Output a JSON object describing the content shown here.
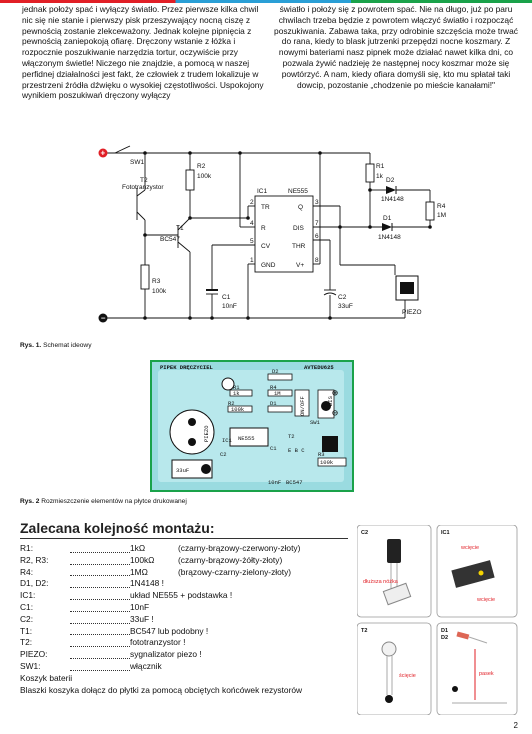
{
  "left_column": "jednak położy spać i wyłączy światło. Przez pierwsze kilka chwil nic się nie stanie i pierwszy pisk przeszywający nocną ciszę z pewnością zostanie zlekceważony. Jednak kolejne pipnięcia z pewnością zaniepokoją ofiarę. Dręczony wstanie z łóżka i rozpocznie poszukiwanie narzędzia tortur, oczywiście przy włączonym świetle! Niczego nie znajdzie, a pomocą w naszej perfidnej działalności jest fakt, że człowiek z trudem lokalizuje w przestrzeni źródła dźwięku o wysokiej częstotliwości. Uspokojony wynikiem poszukiwań dręczony wyłączy",
  "right_column": "światło i położy się z powrotem spać. Nie na długo, już po paru chwilach trzeba będzie z powrotem włączyć światło i rozpocząć poszukiwania. Zabawa taka, przy odrobinie szczęścia może trwać do rana, kiedy to blask jutrzenki przepędzi nocne koszmary. Z nowymi bateriami nasz pipnek może działać nawet kilka dni, co pozwala żywić nadzieję że następnej nocy koszmar może się powtórzyć. A nam, kiedy ofiara domyśli się, kto mu spłatał taki dowcip, pozostanie „chodzenie po mieście kanałami!\"",
  "schematic": {
    "sw1": "SW1",
    "t2": "T2",
    "t2_type": "Fototranzystor",
    "r2": "R2",
    "r2_val": "100k",
    "t1": "T1",
    "t1_type": "BC547",
    "r3": "R3",
    "r3_val": "100k",
    "ic1": "IC1",
    "ic1_type": "NE555",
    "pin_tr": "TR",
    "pin_q": "Q",
    "pin_r": "R",
    "pin_dis": "DIS",
    "pin_cv": "CV",
    "pin_thr": "THR",
    "pin_gnd": "GND",
    "pin_v": "V+",
    "p2": "2",
    "p3": "3",
    "p4": "4",
    "p7": "7",
    "p5": "5",
    "p6": "6",
    "p1": "1",
    "p8": "8",
    "c1": "C1",
    "c1_val": "10nF",
    "c2": "C2",
    "c2_val": "33uF",
    "r1": "R1",
    "r1_val": "1k",
    "d2": "D2",
    "d2_type": "1N4148",
    "d1": "D1",
    "d1_type": "1N4148",
    "r4": "R4",
    "r4_val": "1M",
    "piezo": "PIEZO",
    "plus": "+",
    "minus": "–"
  },
  "caption1_label": "Rys. 1.",
  "caption1_text": "Schemat ideowy",
  "pcb": {
    "title": "PIPEK DRĘCZYCIEL",
    "code": "AVTEDU625",
    "r1": "R1",
    "r1v": "1k",
    "r2": "R2",
    "r2v": "100k",
    "r4": "R4",
    "r4v": "1M",
    "d1": "D1",
    "d2": "D2",
    "ic1": "IC1",
    "ic1t": "NE555",
    "piezo": "PIEZO",
    "on": "ON/OFF",
    "sw1": "SW1",
    "dis": "DIS",
    "c1": "C1",
    "c1v": "10nF",
    "c2": "C2",
    "c2v": "33uF",
    "r3": "R3",
    "r3v": "100k",
    "t1": "BC547",
    "t2": "T2",
    "ebc": "E B C",
    "plus": "⊕",
    "minus": "⊖"
  },
  "caption2_label": "Rys. 2",
  "caption2_text": "Rozmieszczenie elementów na płytce drukowanej",
  "mount_title": "Zalecana kolejność montażu:",
  "parts": [
    {
      "n": "R1:",
      "v": "1kΩ",
      "c": "(czarny-brązowy-czerwony-złoty)"
    },
    {
      "n": "R2, R3:",
      "v": "100kΩ",
      "c": "(czarny-brązowy-żółty-złoty)"
    },
    {
      "n": "R4:",
      "v": "1MΩ",
      "c": "(brązowy-czarny-zielony-złoty)"
    },
    {
      "n": "D1, D2:",
      "v": "1N4148 !",
      "c": ""
    },
    {
      "n": "IC1:",
      "v": "układ NE555 + podstawka !",
      "c": ""
    },
    {
      "n": "C1:",
      "v": "10nF",
      "c": ""
    },
    {
      "n": "C2:",
      "v": "33uF !",
      "c": ""
    },
    {
      "n": "T1:",
      "v": "BC547 lub podobny !",
      "c": ""
    },
    {
      "n": "T2:",
      "v": "fototranzystor !",
      "c": ""
    },
    {
      "n": "PIEZO:",
      "v": "sygnalizator piezo !",
      "c": ""
    },
    {
      "n": "SW1:",
      "v": "włącznik",
      "c": ""
    }
  ],
  "extra1": "Koszyk baterii",
  "extra2": "Blaszki koszyka dołącz do płytki za pomocą obciętych końcówek rezystorów",
  "photos": {
    "c2": "C2",
    "ic1": "IC1",
    "t2": "T2",
    "d1": "D1",
    "d2": "D2",
    "short_leg": "dłuższa nóżka",
    "notch": "wcięcie",
    "notch2": "wcięcie",
    "cut": "ścięcie",
    "stripe": "pasek",
    "marks": "⊕"
  },
  "page_number": "2",
  "colors": {
    "accent": "#e11f26",
    "green": "#1aa24a",
    "pcb": "#9adbe0",
    "blue": "#2a9fd6"
  }
}
